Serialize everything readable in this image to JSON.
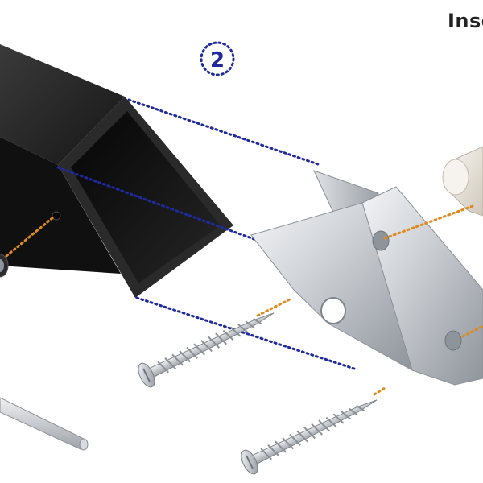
{
  "caption": {
    "text": "Inse"
  },
  "step_marker": {
    "number": "2"
  },
  "colors": {
    "guide_blue": "#1f2a9c",
    "guide_orange": "#e08a1e",
    "tube_black": "#1b1b1b",
    "steel": "#c9cdd2",
    "plug": "#ece7df",
    "caption_text": "#222222"
  },
  "parts": [
    "square-tube",
    "u-bracket",
    "wood-screw",
    "wood-screw",
    "end-cap-plug",
    "pin-rod",
    "screw-head-left"
  ]
}
